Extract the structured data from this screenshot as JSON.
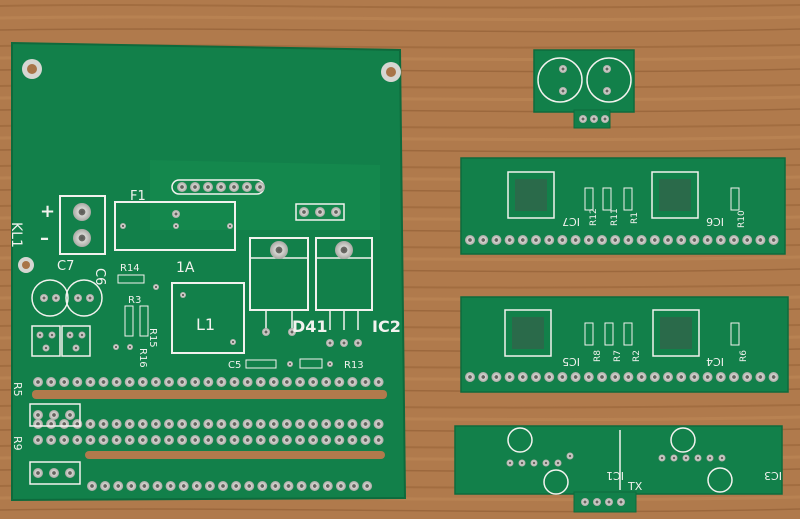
{
  "image": {
    "subject": "Unpopulated green printed circuit boards on a wooden table"
  },
  "main_board": {
    "labels": {
      "kl1": "KL1",
      "plus": "+",
      "minus": "–",
      "f1": "F1",
      "c7": "C7",
      "c6": "C6",
      "r14": "R14",
      "r3": "R3",
      "r15": "R15",
      "r16": "R16",
      "one_a": "1A",
      "l1": "L1",
      "d41": "D41",
      "ic2": "IC2",
      "c5": "C5",
      "r13": "R13",
      "r5": "R5",
      "r9": "R9"
    }
  },
  "board_ic7_ic6": {
    "labels": {
      "ic7": "IC7",
      "ic6": "IC6",
      "r12": "R12",
      "r11": "R11",
      "r1": "R1",
      "r10": "R10"
    }
  },
  "board_ic5_ic4": {
    "labels": {
      "ic5": "IC5",
      "ic4": "IC4",
      "r8": "R8",
      "r7": "R7",
      "r2": "R2",
      "r6": "R6"
    }
  },
  "board_bottom": {
    "labels": {
      "ic1": "IC1",
      "ic3": "IC3",
      "tx": "TX"
    }
  },
  "colors": {
    "wood": "#b07a4c",
    "pcb": "#12804a",
    "silkscreen": "#f2f2ee",
    "pad": "#c9c9c9"
  }
}
